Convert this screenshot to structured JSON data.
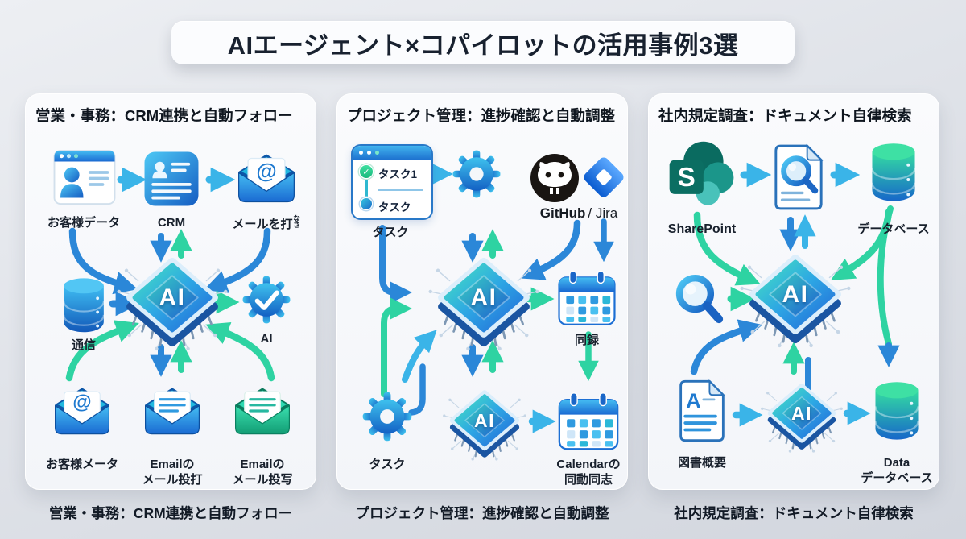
{
  "title": "AIエージェント×コパイロットの活用事例3選",
  "icon_glyphs": {
    "at": "@",
    "check": "✓",
    "sharepoint_s": "S",
    "doc_a": "A"
  },
  "colors": {
    "arrow_blue": "#2b87d8",
    "arrow_cyan": "#3ab4e8",
    "arrow_green": "#2ed3a2",
    "chip_teal": "#45e2c0",
    "chip_blue": "#2368d8",
    "panel_bg": "#f7f8fb"
  },
  "panels": [
    {
      "header": "営業・事務：CRM連携と自動フォロー",
      "footer": "営業・事務：CRM連携と自動フォロー",
      "labels": {
        "customer_data": "お客様データ",
        "crm": "CRM",
        "send_mail": "メールを打",
        "send_mail_small": "なさ",
        "db": "通信",
        "chip_ai": "AI",
        "gear_ai": "AI",
        "customer_mail": "お客様メータ",
        "email_hit_1": "Emailの",
        "email_hit_2": "メール投打",
        "email_copy_1": "Emailの",
        "email_copy_2": "メール投写"
      }
    },
    {
      "header": "プロジェクト管理：進捗確認と自動調整",
      "footer": "プロジェクト管理：進捗確認と自動調整",
      "labels": {
        "task_row1": "タスク1",
        "task_row2": "タスク",
        "task_window": "タスク",
        "github": "GitHub",
        "jira": "/ Jira",
        "chip_ai": "AI",
        "calendar": "同録",
        "gear": "タスク",
        "chip_small_ai": "AI",
        "calendar2_1": "Calendarの",
        "calendar2_2": "同動同志"
      }
    },
    {
      "header": "社内規定調査：ドキュメント自律検索",
      "footer": "社内規定調査：ドキュメント自律検索",
      "labels": {
        "sharepoint": "SharePoint",
        "database": "データベース",
        "chip_ai": "AI",
        "doc": "図書概要",
        "chip_small_ai": "AI",
        "data_db_1": "Data",
        "data_db_2": "データベース"
      }
    }
  ]
}
